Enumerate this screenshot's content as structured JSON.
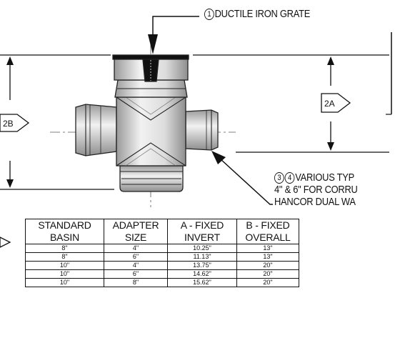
{
  "callouts": {
    "grate": {
      "number": "1",
      "text": "DUCTILE IRON GRATE"
    },
    "types": {
      "numbers": [
        "3",
        "4"
      ],
      "line1": "VARIOUS TYP",
      "line2": "4\" & 6\" FOR CORRU",
      "line3": "HANCOR DUAL WA"
    }
  },
  "labels": {
    "dim_a": "2A",
    "dim_b": "2B"
  },
  "table": {
    "headers": [
      [
        "STANDARD",
        "BASIN"
      ],
      [
        "ADAPTER",
        "SIZE"
      ],
      [
        "A - FIXED",
        "INVERT"
      ],
      [
        "B - FIXED",
        "OVERALL"
      ]
    ],
    "rows": [
      [
        "8\"",
        "4\"",
        "10.25\"",
        "13\""
      ],
      [
        "8\"",
        "6\"",
        "11.13\"",
        "13\""
      ],
      [
        "10\"",
        "4\"",
        "13.75\"",
        "20\""
      ],
      [
        "10\"",
        "6\"",
        "14.62\"",
        "20\""
      ],
      [
        "10\"",
        "8\"",
        "15.62\"",
        "20\""
      ]
    ]
  }
}
